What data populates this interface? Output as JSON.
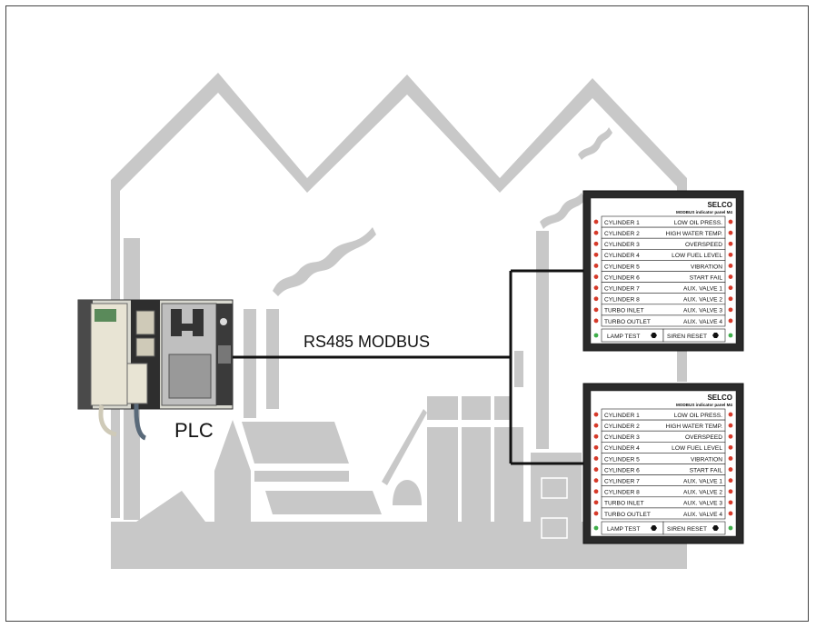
{
  "labels": {
    "plc": "PLC",
    "bus": "RS485 MODBUS"
  },
  "panel": {
    "brand": "SELCO",
    "model": "MODBUS indicator panel M4",
    "rows": [
      {
        "left": "CYLINDER 1",
        "right": "LOW OIL PRESS."
      },
      {
        "left": "CYLINDER 2",
        "right": "HIGH WATER TEMP."
      },
      {
        "left": "CYLINDER 3",
        "right": "OVERSPEED"
      },
      {
        "left": "CYLINDER 4",
        "right": "LOW FUEL LEVEL"
      },
      {
        "left": "CYLINDER 5",
        "right": "VIBRATION"
      },
      {
        "left": "CYLINDER 6",
        "right": "START FAIL"
      },
      {
        "left": "CYLINDER 7",
        "right": "AUX. VALVE 1"
      },
      {
        "left": "CYLINDER 8",
        "right": "AUX. VALVE 2"
      },
      {
        "left": "TURBO INLET",
        "right": "AUX. VALVE 3"
      },
      {
        "left": "TURBO OUTLET",
        "right": "AUX. VALVE 4"
      }
    ],
    "buttons": {
      "left": "LAMP TEST",
      "right": "SIREN RESET"
    }
  },
  "colors": {
    "building": "#c8c8c8",
    "wire": "#111111",
    "panel_frame": "#2a2a2a",
    "led_red": "#d63a2a",
    "led_green": "#3fae4a"
  }
}
